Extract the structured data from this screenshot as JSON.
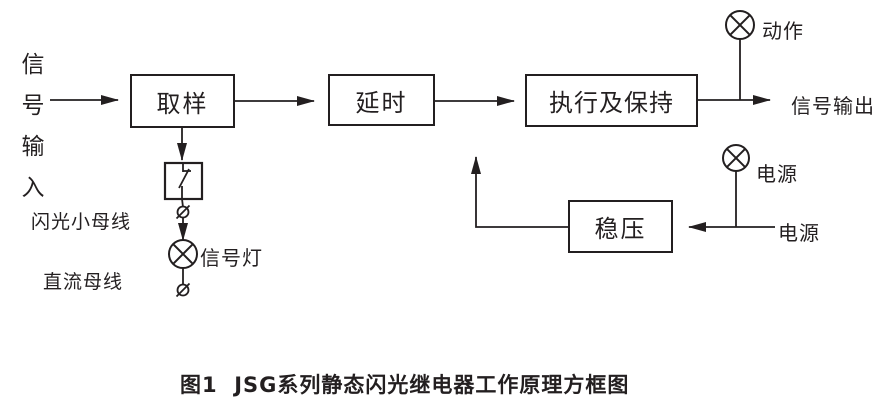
{
  "figure": {
    "caption": "图1  JSG系列静态闪光继电器工作原理方框图",
    "input_label": "信号输入",
    "blocks": {
      "sampling": "取样",
      "delay": "延时",
      "execute_hold": "执行及保持",
      "regulator": "稳压"
    },
    "labels": {
      "flash_bus": "闪光小母线",
      "dc_bus": "直流母线",
      "signal_lamp": "信号灯",
      "action_lamp": "动作",
      "power_lamp": "电源",
      "power_input": "电源",
      "signal_output": "信号输出"
    },
    "colors": {
      "line": "#231f20",
      "background": "#ffffff"
    }
  }
}
